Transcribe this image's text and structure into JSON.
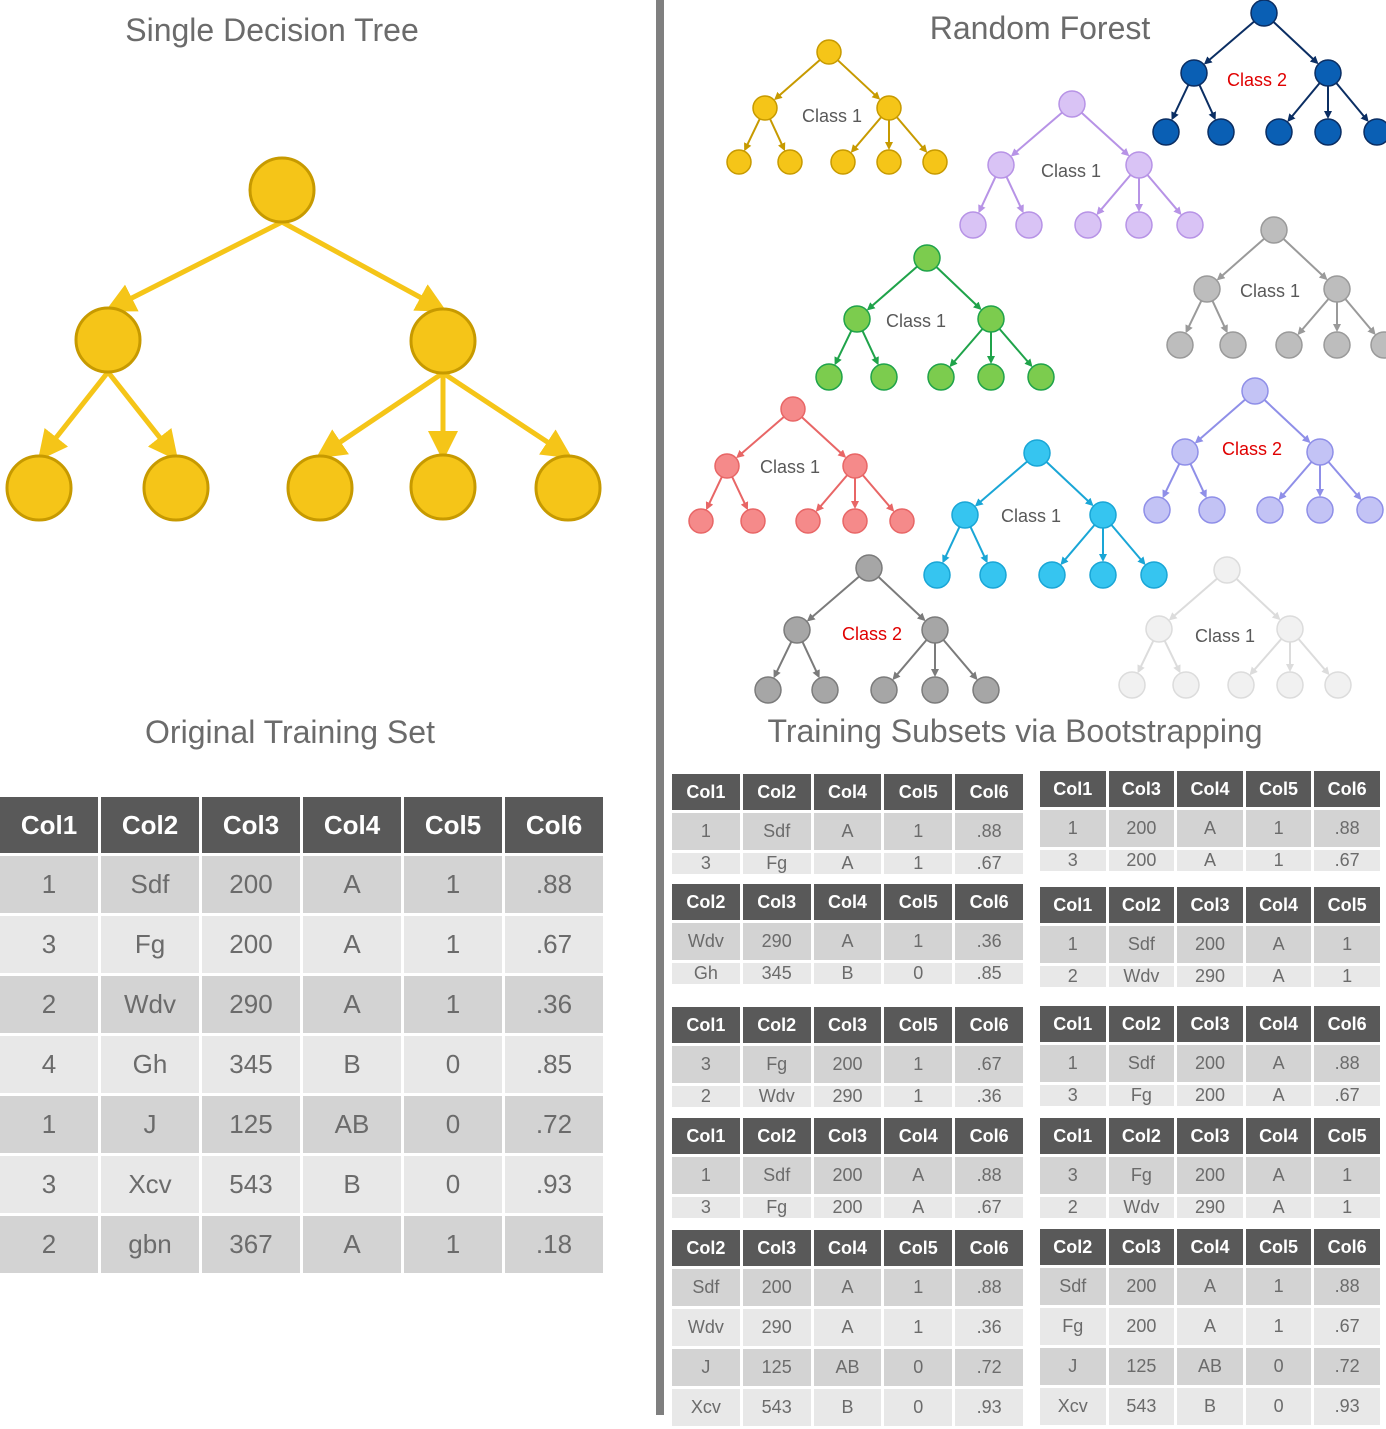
{
  "left": {
    "tree_title": "Single Decision Tree",
    "table_title": "Original Training Set",
    "table": {
      "headers": [
        "Col1",
        "Col2",
        "Col3",
        "Col4",
        "Col5",
        "Col6"
      ],
      "rows": [
        [
          "1",
          "Sdf",
          "200",
          "A",
          "1",
          ".88"
        ],
        [
          "3",
          "Fg",
          "200",
          "A",
          "1",
          ".67"
        ],
        [
          "2",
          "Wdv",
          "290",
          "A",
          "1",
          ".36"
        ],
        [
          "4",
          "Gh",
          "345",
          "B",
          "0",
          ".85"
        ],
        [
          "1",
          "J",
          "125",
          "AB",
          "0",
          ".72"
        ],
        [
          "3",
          "Xcv",
          "543",
          "B",
          "0",
          ".93"
        ],
        [
          "2",
          "gbn",
          "367",
          "A",
          "1",
          ".18"
        ]
      ]
    }
  },
  "right": {
    "forest_title": "Random Forest",
    "subsets_title": "Training Subsets via Bootstrapping",
    "trees": [
      {
        "color": "#f5c518",
        "stroke": "#c79a00",
        "label": "Class 1",
        "label_color": "#595959"
      },
      {
        "color": "#d9c3f5",
        "stroke": "#b793e6",
        "label": "Class 1",
        "label_color": "#595959"
      },
      {
        "color": "#0a5fb4",
        "stroke": "#0b2e63",
        "label": "Class 2",
        "label_color": "#e00000"
      },
      {
        "color": "#7ccc4e",
        "stroke": "#1fa34a",
        "label": "Class 1",
        "label_color": "#595959"
      },
      {
        "color": "#bdbdbd",
        "stroke": "#9a9a9a",
        "label": "Class 1",
        "label_color": "#595959"
      },
      {
        "color": "#f58a8a",
        "stroke": "#e86666",
        "label": "Class 1",
        "label_color": "#595959"
      },
      {
        "color": "#36c5f0",
        "stroke": "#1aa6d6",
        "label": "Class 1",
        "label_color": "#595959"
      },
      {
        "color": "#c3c3f5",
        "stroke": "#8f8fe8",
        "label": "Class 2",
        "label_color": "#e00000"
      },
      {
        "color": "#a6a6a6",
        "stroke": "#7b7b7b",
        "label": "Class 2",
        "label_color": "#e00000"
      },
      {
        "color": "#f1f1f1",
        "stroke": "#dcdcdc",
        "label": "Class 1",
        "label_color": "#595959"
      }
    ],
    "subsets_left": [
      {
        "headers": [
          "Col1",
          "Col2",
          "Col4",
          "Col5",
          "Col6"
        ],
        "rows": [
          [
            "1",
            "Sdf",
            "A",
            "1",
            ".88"
          ],
          [
            "3",
            "Fg",
            "A",
            "1",
            ".67"
          ]
        ]
      },
      {
        "headers": [
          "Col2",
          "Col3",
          "Col4",
          "Col5",
          "Col6"
        ],
        "rows": [
          [
            "Wdv",
            "290",
            "A",
            "1",
            ".36"
          ],
          [
            "Gh",
            "345",
            "B",
            "0",
            ".85"
          ]
        ]
      },
      {
        "headers": [
          "Col1",
          "Col2",
          "Col3",
          "Col5",
          "Col6"
        ],
        "rows": [
          [
            "3",
            "Fg",
            "200",
            "1",
            ".67"
          ],
          [
            "2",
            "Wdv",
            "290",
            "1",
            ".36"
          ]
        ]
      },
      {
        "headers": [
          "Col1",
          "Col2",
          "Col3",
          "Col4",
          "Col6"
        ],
        "rows": [
          [
            "1",
            "Sdf",
            "200",
            "A",
            ".88"
          ],
          [
            "3",
            "Fg",
            "200",
            "A",
            ".67"
          ]
        ]
      },
      {
        "headers": [
          "Col2",
          "Col3",
          "Col4",
          "Col5",
          "Col6"
        ],
        "rows": [
          [
            "Sdf",
            "200",
            "A",
            "1",
            ".88"
          ],
          [
            "Wdv",
            "290",
            "A",
            "1",
            ".36"
          ],
          [
            "J",
            "125",
            "AB",
            "0",
            ".72"
          ],
          [
            "Xcv",
            "543",
            "B",
            "0",
            ".93"
          ]
        ]
      }
    ],
    "subsets_right": [
      {
        "headers": [
          "Col1",
          "Col3",
          "Col4",
          "Col5",
          "Col6"
        ],
        "rows": [
          [
            "1",
            "200",
            "A",
            "1",
            ".88"
          ],
          [
            "3",
            "200",
            "A",
            "1",
            ".67"
          ]
        ]
      },
      {
        "headers": [
          "Col1",
          "Col2",
          "Col3",
          "Col4",
          "Col5"
        ],
        "rows": [
          [
            "1",
            "Sdf",
            "200",
            "A",
            "1"
          ],
          [
            "2",
            "Wdv",
            "290",
            "A",
            "1"
          ]
        ]
      },
      {
        "headers": [
          "Col1",
          "Col2",
          "Col3",
          "Col4",
          "Col6"
        ],
        "rows": [
          [
            "1",
            "Sdf",
            "200",
            "A",
            ".88"
          ],
          [
            "3",
            "Fg",
            "200",
            "A",
            ".67"
          ]
        ]
      },
      {
        "headers": [
          "Col1",
          "Col2",
          "Col3",
          "Col4",
          "Col5"
        ],
        "rows": [
          [
            "3",
            "Fg",
            "200",
            "A",
            "1"
          ],
          [
            "2",
            "Wdv",
            "290",
            "A",
            "1"
          ]
        ]
      },
      {
        "headers": [
          "Col2",
          "Col3",
          "Col4",
          "Col5",
          "Col6"
        ],
        "rows": [
          [
            "Sdf",
            "200",
            "A",
            "1",
            ".88"
          ],
          [
            "Fg",
            "200",
            "A",
            "1",
            ".67"
          ],
          [
            "J",
            "125",
            "AB",
            "0",
            ".72"
          ],
          [
            "Xcv",
            "543",
            "B",
            "0",
            ".93"
          ]
        ]
      }
    ]
  }
}
